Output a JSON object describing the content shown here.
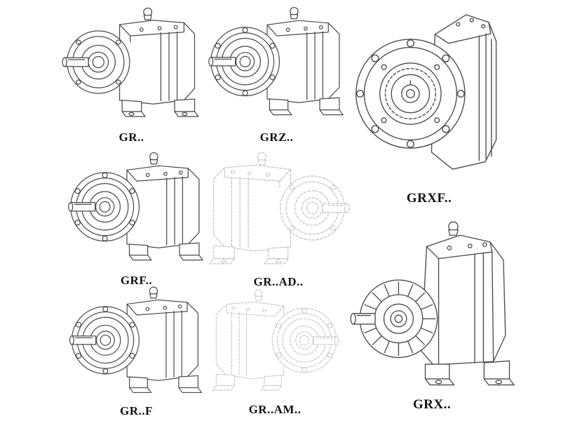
{
  "figures": [
    {
      "id": "gr",
      "label": "GR.."
    },
    {
      "id": "grz",
      "label": "GRZ.."
    },
    {
      "id": "grxf",
      "label": "GRXF.."
    },
    {
      "id": "grf",
      "label": "GRF.."
    },
    {
      "id": "gr-ad",
      "label": "GR..AD.."
    },
    {
      "id": "gr-f",
      "label": "GR..F"
    },
    {
      "id": "gr-am",
      "label": "GR..AM.."
    },
    {
      "id": "grx",
      "label": "GRX.."
    }
  ],
  "colors": {
    "ink": "#4a4a4a",
    "faint": "#c6c6c6",
    "label": "#111111",
    "background": "#ffffff"
  }
}
